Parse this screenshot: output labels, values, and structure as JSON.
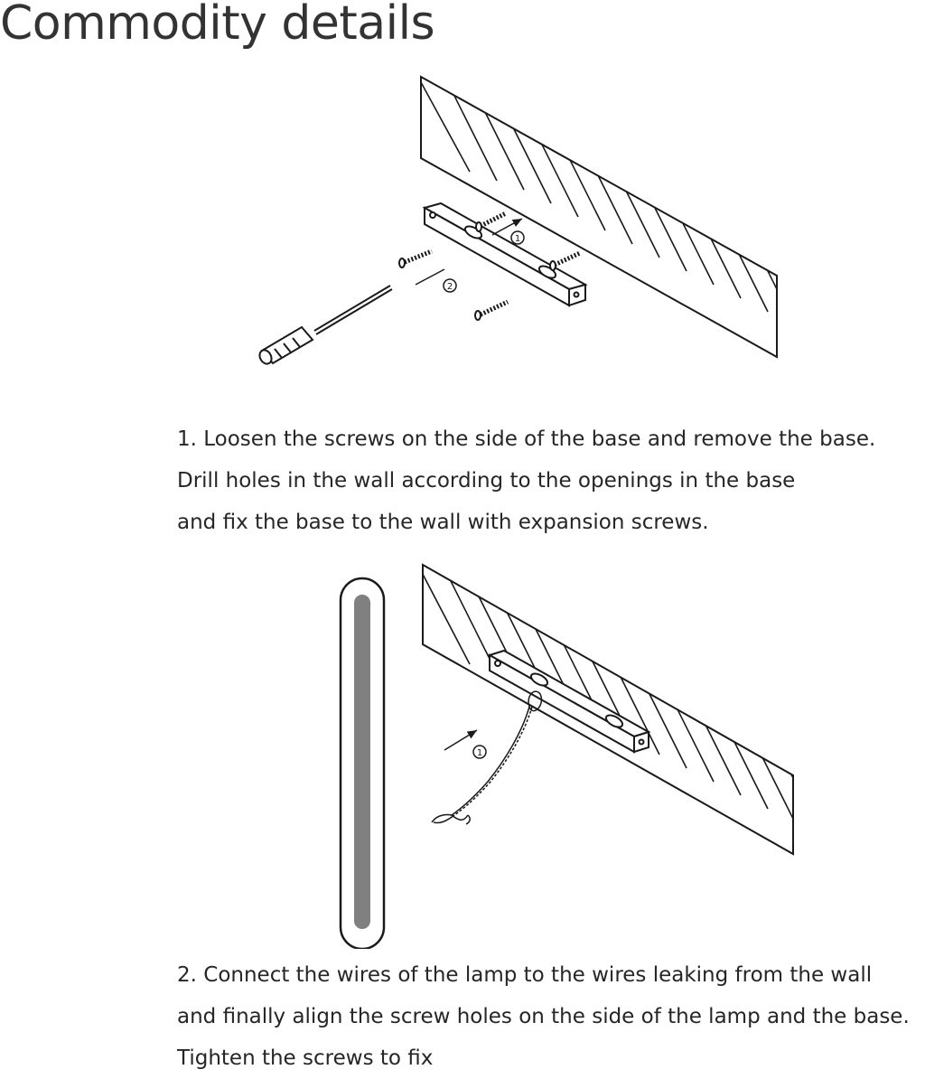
{
  "page": {
    "title": "Commodity details"
  },
  "steps": [
    {
      "number": "1",
      "lines": [
        "1. Loosen the screws on the side of the base and remove the base.",
        "Drill holes in the wall according to the openings in the base",
        "and fix the base to the wall with expansion screws."
      ],
      "callouts": [
        "1",
        "2"
      ]
    },
    {
      "number": "2",
      "lines": [
        "2. Connect the wires of the lamp to the wires leaking from the wall",
        "and finally align the screw holes on the side of the lamp and the base.",
        "Tighten the screws to fix"
      ],
      "callouts": [
        "1"
      ]
    }
  ],
  "colors": {
    "text": "#262626",
    "line": "#1a1a1a",
    "lamp_bar": "#808080"
  },
  "icons": {
    "wall": "hatched-wall-icon",
    "bracket": "mounting-bracket-icon",
    "screw": "screw-icon",
    "screwdriver": "screwdriver-icon",
    "lamp": "lamp-bar-icon",
    "wire": "wire-icon"
  }
}
